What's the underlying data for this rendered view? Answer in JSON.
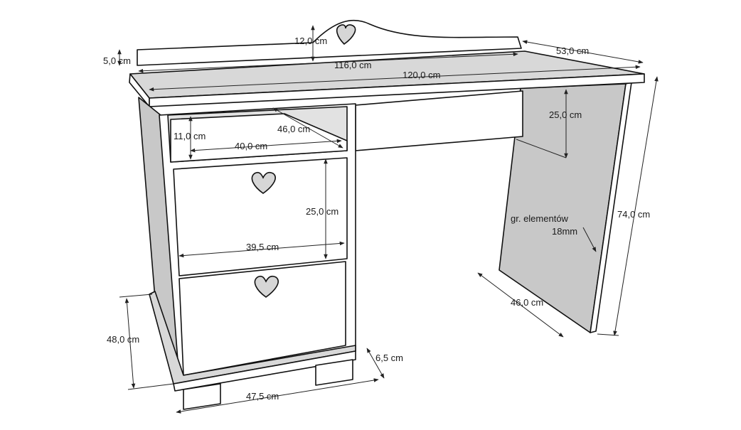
{
  "diagram": {
    "dimensions": {
      "backboard_height": "5,0 cm",
      "heart_height": "12,0 cm",
      "backboard_width": "116,0 cm",
      "top_width": "120,0 cm",
      "depth_top": "53,0 cm",
      "shelf_height": "11,0 cm",
      "shelf_depth": "46,0 cm",
      "shelf_width": "40,0 cm",
      "side_panel_rail": "25,0 cm",
      "drawer_height": "25,0 cm",
      "drawer_width": "39,5 cm",
      "total_height": "74,0 cm",
      "side_depth": "46,0 cm",
      "pedestal_height": "48,0 cm",
      "plinth_height": "6,5 cm",
      "pedestal_width": "47,5 cm"
    },
    "material_note_line1": "gr. elementów",
    "material_note_line2": "18mm"
  }
}
